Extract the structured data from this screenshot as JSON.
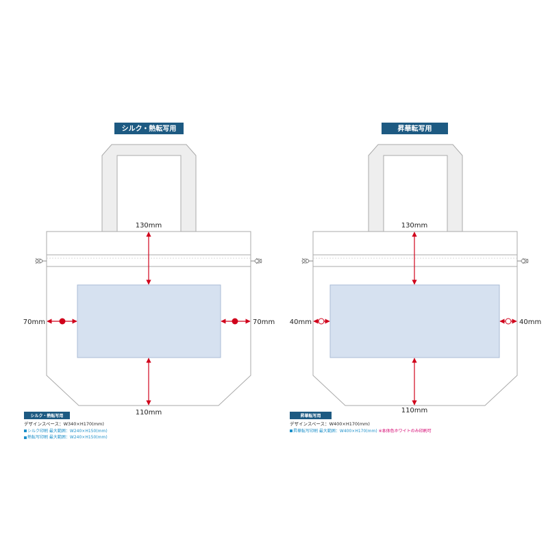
{
  "left": {
    "header": "シルク・熱転写用",
    "dim_top": "130mm",
    "dim_bottom": "110mm",
    "dim_left": "70mm",
    "dim_right": "70mm",
    "note_badge": "シルク・熱転写用",
    "note_design_space": "デザインスペース：W340×H170(mm)",
    "note_silk": "シルク印刷 最大範囲：W240×H150(mm)",
    "note_transfer": "熱転写印刷 最大範囲：W240×H150(mm)"
  },
  "right": {
    "header": "昇華転写用",
    "dim_top": "130mm",
    "dim_bottom": "110mm",
    "dim_left": "40mm",
    "dim_right": "40mm",
    "note_badge": "昇華転写用",
    "note_design_space": "デザインスペース：W400×H170(mm)",
    "note_sublimation": "昇華転写印刷 最大範囲：W400×H170(mm)",
    "note_warning": "※本体色ホワイトのみ印刷可"
  },
  "colors": {
    "header_bg": "#1d5a82",
    "arrow": "#d0021b",
    "print_area": "#d6e1f0",
    "bag_outline": "#aaaaaa",
    "handle_fill": "#eeeeee",
    "note_cyan": "#1b8fc9",
    "note_magenta": "#d4006e"
  }
}
